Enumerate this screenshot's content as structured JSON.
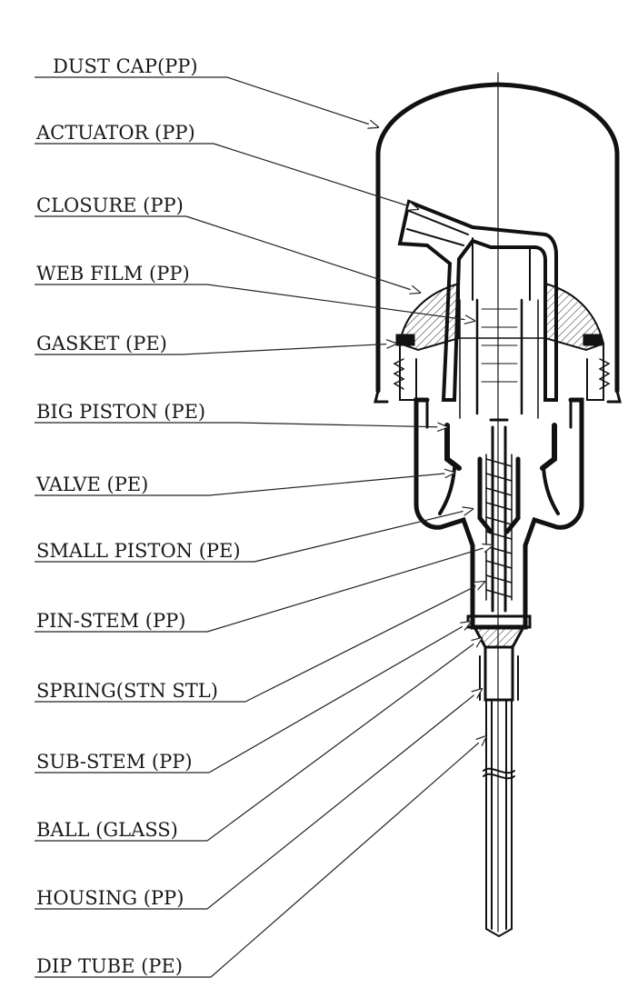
{
  "diagram": {
    "labels": [
      "DUST CAP(PP)",
      "ACTUATOR (PP)",
      "CLOSURE (PP)",
      "WEB FILM (PP)",
      "GASKET (PE)",
      "BIG PISTON (PE)",
      "VALVE (PE)",
      "SMALL PISTON (PE)",
      "PIN-STEM (PP)",
      "SPRING(STN STL)",
      "SUB-STEM (PP)",
      "BALL (GLASS)",
      "HOUSING (PP)",
      "DIP TUBE (PE)"
    ]
  }
}
